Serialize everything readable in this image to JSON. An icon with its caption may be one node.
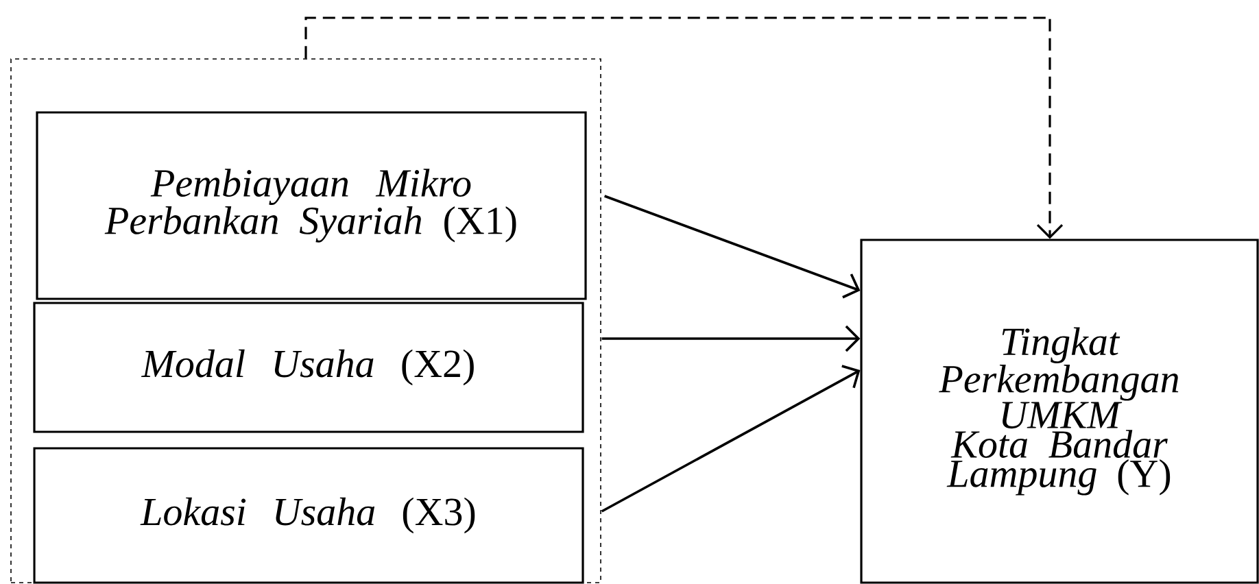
{
  "diagram": {
    "nodes": [
      {
        "text": [],
        "shape": "box"
      },
      {
        "text": [
          "*Pembiayaan Mikro Perbankan Syariah* (X1)"
        ],
        "in": 0
      },
      {
        "text": [
          "*Modal Usaha* (X2)"
        ],
        "in": 0
      },
      {
        "text": [
          "*Lokasi Usaha* (X3)"
        ],
        "in": 0
      },
      {
        "text": [
          "*Tingkat Perkembangan UMKM Kota Bandar Lampung* (Y)"
        ]
      }
    ],
    "edges": [
      {
        "from": 1,
        "to": 4,
        "arrow": "to"
      },
      {
        "from": 2,
        "to": 4,
        "arrow": "to"
      },
      {
        "from": 3,
        "to": 4,
        "arrow": "to"
      },
      {
        "from": 0,
        "to": 4,
        "arrow": "to",
        "style": "dashed"
      }
    ]
  }
}
